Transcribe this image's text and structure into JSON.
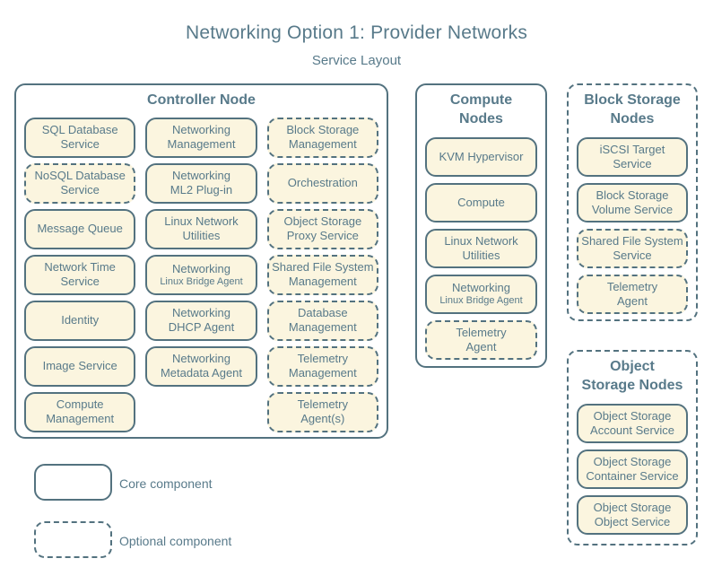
{
  "title": "Networking Option 1: Provider Networks",
  "subtitle": "Service Layout",
  "colors": {
    "background": "#ffffff",
    "box_fill": "#fbf5df",
    "border": "#53727f",
    "text": "#587a8a"
  },
  "legend": {
    "core": {
      "label": "Core component",
      "border": "solid"
    },
    "optional": {
      "label": "Optional component",
      "border": "dashed"
    }
  },
  "groups": {
    "controller": {
      "title": "Controller Node",
      "type": "core",
      "items": [
        {
          "label": "SQL Database\nService",
          "type": "core"
        },
        {
          "label": "Networking\nManagement",
          "type": "core"
        },
        {
          "label": "Block Storage\nManagement",
          "type": "optional"
        },
        {
          "label": "NoSQL Database\nService",
          "type": "optional"
        },
        {
          "label": "Networking\nML2 Plug-in",
          "type": "core"
        },
        {
          "label": "Orchestration",
          "type": "optional"
        },
        {
          "label": "Message Queue",
          "type": "core"
        },
        {
          "label": "Linux Network\nUtilities",
          "type": "core"
        },
        {
          "label": "Object Storage\nProxy Service",
          "type": "optional"
        },
        {
          "label": "Network Time\nService",
          "type": "core"
        },
        {
          "label": "Networking",
          "sublabel": "Linux Bridge Agent",
          "type": "core"
        },
        {
          "label": "Shared File System\nManagement",
          "type": "optional"
        },
        {
          "label": "Identity",
          "type": "core"
        },
        {
          "label": "Networking\nDHCP Agent",
          "type": "core"
        },
        {
          "label": "Database\nManagement",
          "type": "optional"
        },
        {
          "label": "Image Service",
          "type": "core"
        },
        {
          "label": "Networking\nMetadata Agent",
          "type": "core"
        },
        {
          "label": "Telemetry\nManagement",
          "type": "optional"
        },
        {
          "label": "Compute\nManagement",
          "type": "core"
        },
        {
          "label": "Telemetry\nAgent(s)",
          "type": "optional"
        }
      ]
    },
    "compute": {
      "title": "Compute\nNodes",
      "type": "core",
      "items": [
        {
          "label": "KVM Hypervisor",
          "type": "core"
        },
        {
          "label": "Compute",
          "type": "core"
        },
        {
          "label": "Linux Network\nUtilities",
          "type": "core"
        },
        {
          "label": "Networking",
          "sublabel": "Linux Bridge Agent",
          "type": "core"
        },
        {
          "label": "Telemetry\nAgent",
          "type": "optional"
        }
      ]
    },
    "block_storage": {
      "title": "Block Storage\nNodes",
      "type": "optional",
      "items": [
        {
          "label": "iSCSI Target\nService",
          "type": "core"
        },
        {
          "label": "Block Storage\nVolume Service",
          "type": "core"
        },
        {
          "label": "Shared File System\nService",
          "type": "optional"
        },
        {
          "label": "Telemetry\nAgent",
          "type": "optional"
        }
      ]
    },
    "object_storage": {
      "title": "Object\nStorage Nodes",
      "type": "optional",
      "items": [
        {
          "label": "Object Storage\nAccount Service",
          "type": "core"
        },
        {
          "label": "Object Storage\nContainer Service",
          "type": "core"
        },
        {
          "label": "Object Storage\nObject Service",
          "type": "core"
        }
      ]
    }
  }
}
